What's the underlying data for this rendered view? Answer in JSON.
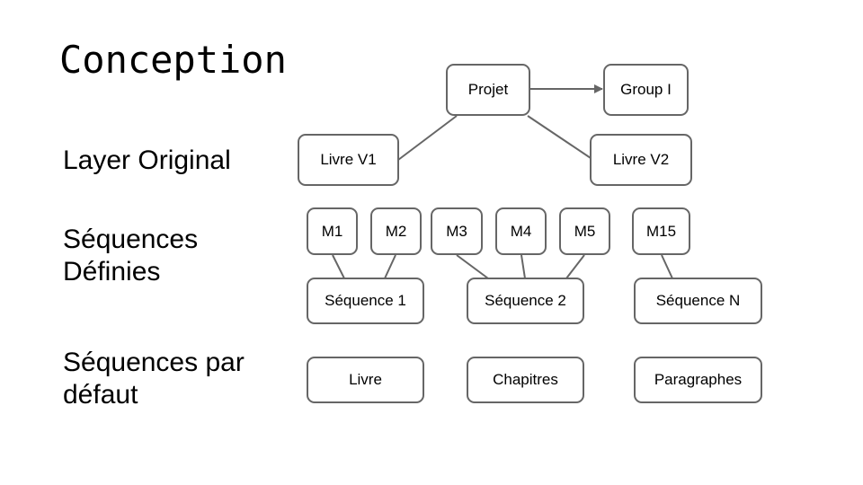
{
  "title": "Conception",
  "rows": {
    "layer_original": "Layer Original",
    "sequences_definies": [
      "Séquences",
      "Définies"
    ],
    "sequences_defaut": [
      "Séquences par",
      "défaut"
    ]
  },
  "nodes": {
    "projet": "Projet",
    "group": "Group I",
    "livre_v1": "Livre V1",
    "livre_v2": "Livre V2",
    "m1": "M1",
    "m2": "M2",
    "m3": "M3",
    "m4": "M4",
    "m5": "M5",
    "m15": "M15",
    "sequence_1": "Séquence 1",
    "sequence_2": "Séquence 2",
    "sequence_n": "Séquence N",
    "livre": "Livre",
    "chapitres": "Chapitres",
    "paragraphes": "Paragraphes"
  },
  "colors": {
    "box_border": "#666666",
    "text": "#000000",
    "background": "#ffffff"
  }
}
